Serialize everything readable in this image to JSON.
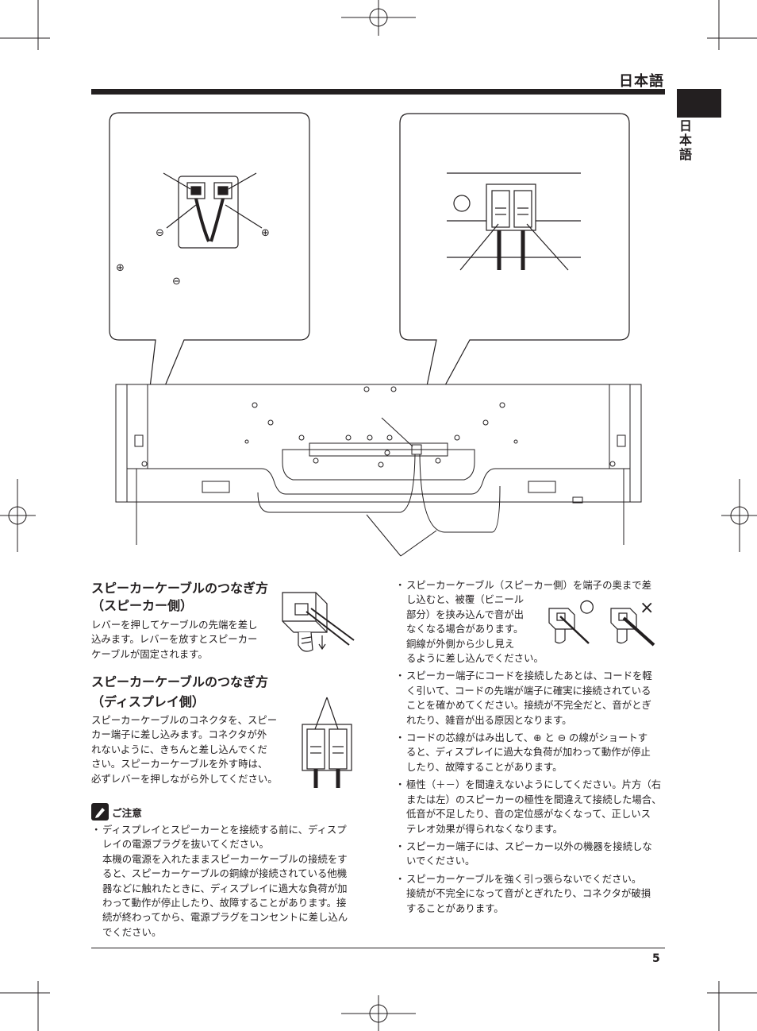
{
  "header": {
    "language": "日本語"
  },
  "side_tab": {
    "label": "日本語"
  },
  "symbols": {
    "plus": "⊕",
    "minus": "⊖"
  },
  "section1": {
    "title_line1": "スピーカーケーブルのつなぎ方",
    "title_line2": "（スピーカー側）",
    "body": [
      "レバーを押してケーブルの先端を差し",
      "込みます。レバーを放すとスピーカー",
      "ケーブルが固定されます。"
    ]
  },
  "section2": {
    "title_line1": "スピーカーケーブルのつなぎ方",
    "title_line2": "（ディスプレイ側）",
    "body": [
      "スピーカーケーブルのコネクタを、スピー",
      "カー端子に差し込みます。コネクタが外",
      "れないように、きちんと差し込んでくだ",
      "さい。スピーカーケーブルを外す時は、",
      "必ずレバーを押しながら外してください。"
    ]
  },
  "caution": {
    "heading": "ご注意",
    "items": [
      {
        "lines": [
          "ディスプレイとスピーカーとを接続する前に、ディスプ",
          "レイの電源プラグを抜いてください。",
          "本機の電源を入れたままスピーカーケーブルの接続をす",
          "ると、スピーカーケーブルの銅線が接続されている他機",
          "器などに触れたときに、ディスプレイに過大な負荷が加",
          "わって動作が停止したり、故障することがあります。接",
          "続が終わってから、電源プラグをコンセントに差し込ん",
          "でください。"
        ]
      }
    ]
  },
  "right_notes": {
    "good_mark": "○",
    "bad_mark": "×",
    "items": [
      {
        "lines": [
          "スピーカーケーブル（スピーカー側）を端子の奥まで差",
          "し込むと、被覆（ビニール",
          "部分）を挟み込んで音が出",
          "なくなる場合があります。",
          "銅線が外側から少し見え",
          "るように差し込んでください。"
        ]
      },
      {
        "lines": [
          "スピーカー端子にコードを接続したあとは、コードを軽",
          "く引いて、コードの先端が端子に確実に接続されている",
          "ことを確かめてください。接続が不完全だと、音がとぎ",
          "れたり、雑音が出る原因となります。"
        ]
      },
      {
        "lines": [
          "コードの芯線がはみ出して、⊕ と ⊖ の線がショートす",
          "ると、ディスプレイに過大な負荷が加わって動作が停止",
          "したり、故障することがあります。"
        ]
      },
      {
        "lines": [
          "極性（＋－）を間違えないようにしてください。片方（右",
          "または左）のスピーカーの極性を間違えて接続した場合、",
          "低音が不足したり、音の定位感がなくなって、正しいス",
          "テレオ効果が得られなくなります。"
        ]
      },
      {
        "lines": [
          "スピーカー端子には、スピーカー以外の機器を接続しな",
          "いでください。"
        ]
      },
      {
        "lines": [
          "スピーカーケーブルを強く引っ張らないでください。",
          "接続が不完全になって音がとぎれたり、コネクタが破損",
          "することがあります。"
        ]
      }
    ]
  },
  "footer": {
    "page_number": "5"
  }
}
